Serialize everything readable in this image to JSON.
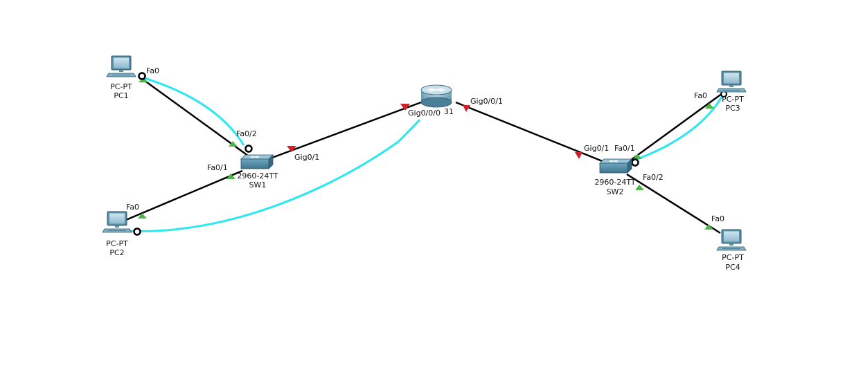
{
  "devices": {
    "pc1": {
      "model": "PC-PT",
      "name": "PC1",
      "icon": "pc-icon"
    },
    "pc2": {
      "model": "PC-PT",
      "name": "PC2",
      "icon": "pc-icon"
    },
    "pc3": {
      "model": "PC-PT",
      "name": "PC3",
      "icon": "pc-icon"
    },
    "pc4": {
      "model": "PC-PT",
      "name": "PC4",
      "icon": "pc-icon"
    },
    "sw1": {
      "model": "2960-24TT",
      "name": "SW1",
      "icon": "switch-icon"
    },
    "sw2": {
      "model": "2960-24TT",
      "name": "SW2",
      "icon": "switch-icon"
    },
    "router": {
      "model_partial": "31",
      "icon": "router-icon"
    }
  },
  "ports": {
    "pc1_fa0": "Fa0",
    "sw1_fa0_2": "Fa0/2",
    "sw1_fa0_1": "Fa0/1",
    "pc2_fa0": "Fa0",
    "sw1_gig0_1": "Gig0/1",
    "r_gig0_0_0": "Gig0/0/0",
    "r_gig0_0_1": "Gig0/0/1",
    "sw2_gig0_1": "Gig0/1",
    "sw2_fa0_1": "Fa0/1",
    "sw2_fa0_2": "Fa0/2",
    "pc3_fa0": "Fa0",
    "pc4_fa0": "Fa0"
  },
  "colors": {
    "ethernet": "#000000",
    "console": "#2be8f0",
    "link_up": "#4cb648",
    "link_down": "#d0202a",
    "device": "#4e8aa6"
  }
}
